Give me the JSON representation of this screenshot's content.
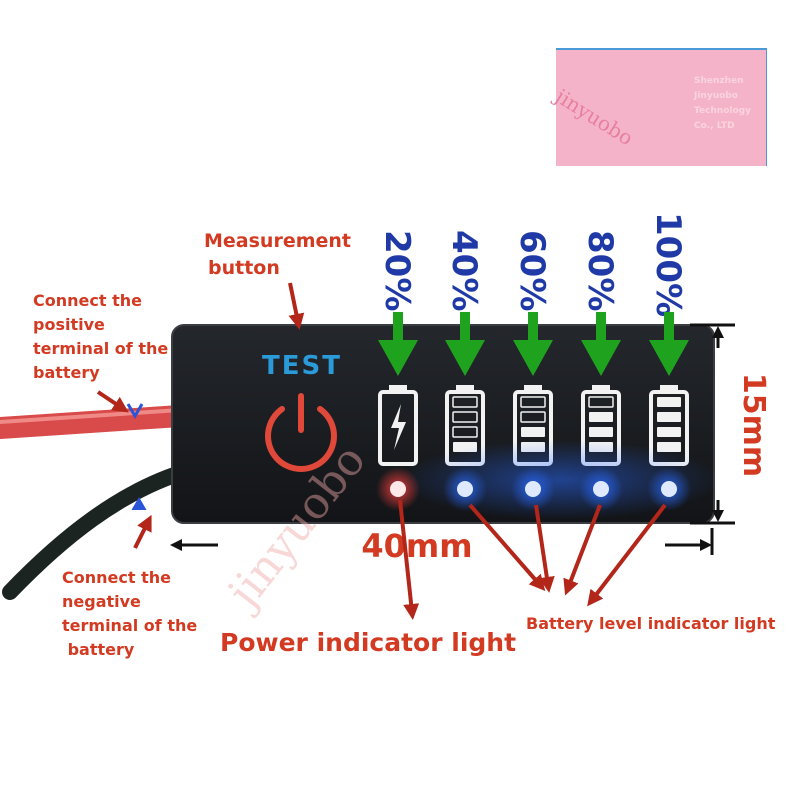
{
  "watermark": {
    "brand": "jinyuobo",
    "company_lines": [
      "Shenzhen",
      "Jinyuobo",
      "Technology",
      "Co., LTD"
    ]
  },
  "labels": {
    "measurement_button": [
      "Measurement",
      "button"
    ],
    "positive_terminal": [
      "Connect the",
      "positive",
      "terminal of the",
      "battery"
    ],
    "negative_terminal": [
      "Connect the",
      "negative",
      "terminal of the",
      " battery"
    ],
    "power_indicator": "Power indicator light",
    "battery_level_indicator": "Battery level indicator light"
  },
  "module": {
    "test_label": "TEST",
    "levels": [
      "20%",
      "40%",
      "60%",
      "80%",
      "100%"
    ],
    "level_fill": [
      0.0,
      0.33,
      0.5,
      0.75,
      1.0
    ],
    "width_dimension": "40mm",
    "height_dimension": "15mm"
  },
  "colors": {
    "annotation_red": "#d33a22",
    "percent_blue": "#1f3aa6",
    "arrow_green": "#1fa31f",
    "led_blue": "#2a6bff",
    "led_red": "#ff3030",
    "test_text": "#2a9ad8",
    "power_icon": "#e0483a",
    "module_body": "#17191d"
  }
}
